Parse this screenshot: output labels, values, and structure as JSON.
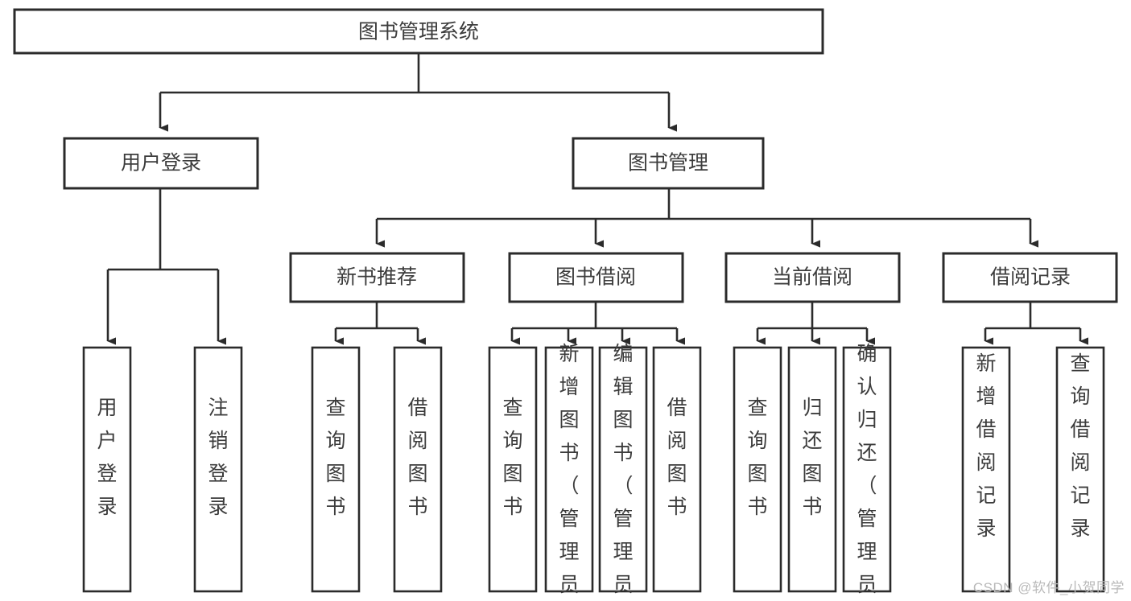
{
  "diagram": {
    "type": "tree",
    "title": "图书管理系统",
    "watermark": "CSDN @软件_小贺同学",
    "colors": {
      "background": "#ffffff",
      "stroke": "#2b2b2b",
      "text": "#3c3c3c",
      "watermark": "#b9b9b9"
    },
    "root": {
      "label": "图书管理系统"
    },
    "level2": [
      {
        "label": "用户登录"
      },
      {
        "label": "图书管理"
      }
    ],
    "level3": [
      {
        "label": "新书推荐"
      },
      {
        "label": "图书借阅"
      },
      {
        "label": "当前借阅"
      },
      {
        "label": "借阅记录"
      }
    ],
    "leaves": {
      "user_login": [
        {
          "label": "用户登录"
        },
        {
          "label": "注销登录"
        }
      ],
      "new_book_recommend": [
        {
          "label": "查询图书"
        },
        {
          "label": "借阅图书"
        }
      ],
      "book_borrow": [
        {
          "label": "查询图书"
        },
        {
          "label": "新增图书（管理员）"
        },
        {
          "label": "编辑图书（管理员）"
        },
        {
          "label": "借阅图书"
        }
      ],
      "current_borrow": [
        {
          "label": "查询图书"
        },
        {
          "label": "归还图书"
        },
        {
          "label": "确认归还（管理员）"
        }
      ],
      "borrow_record": [
        {
          "label": "新增借阅记录"
        },
        {
          "label": "查询借阅记录"
        }
      ]
    }
  }
}
